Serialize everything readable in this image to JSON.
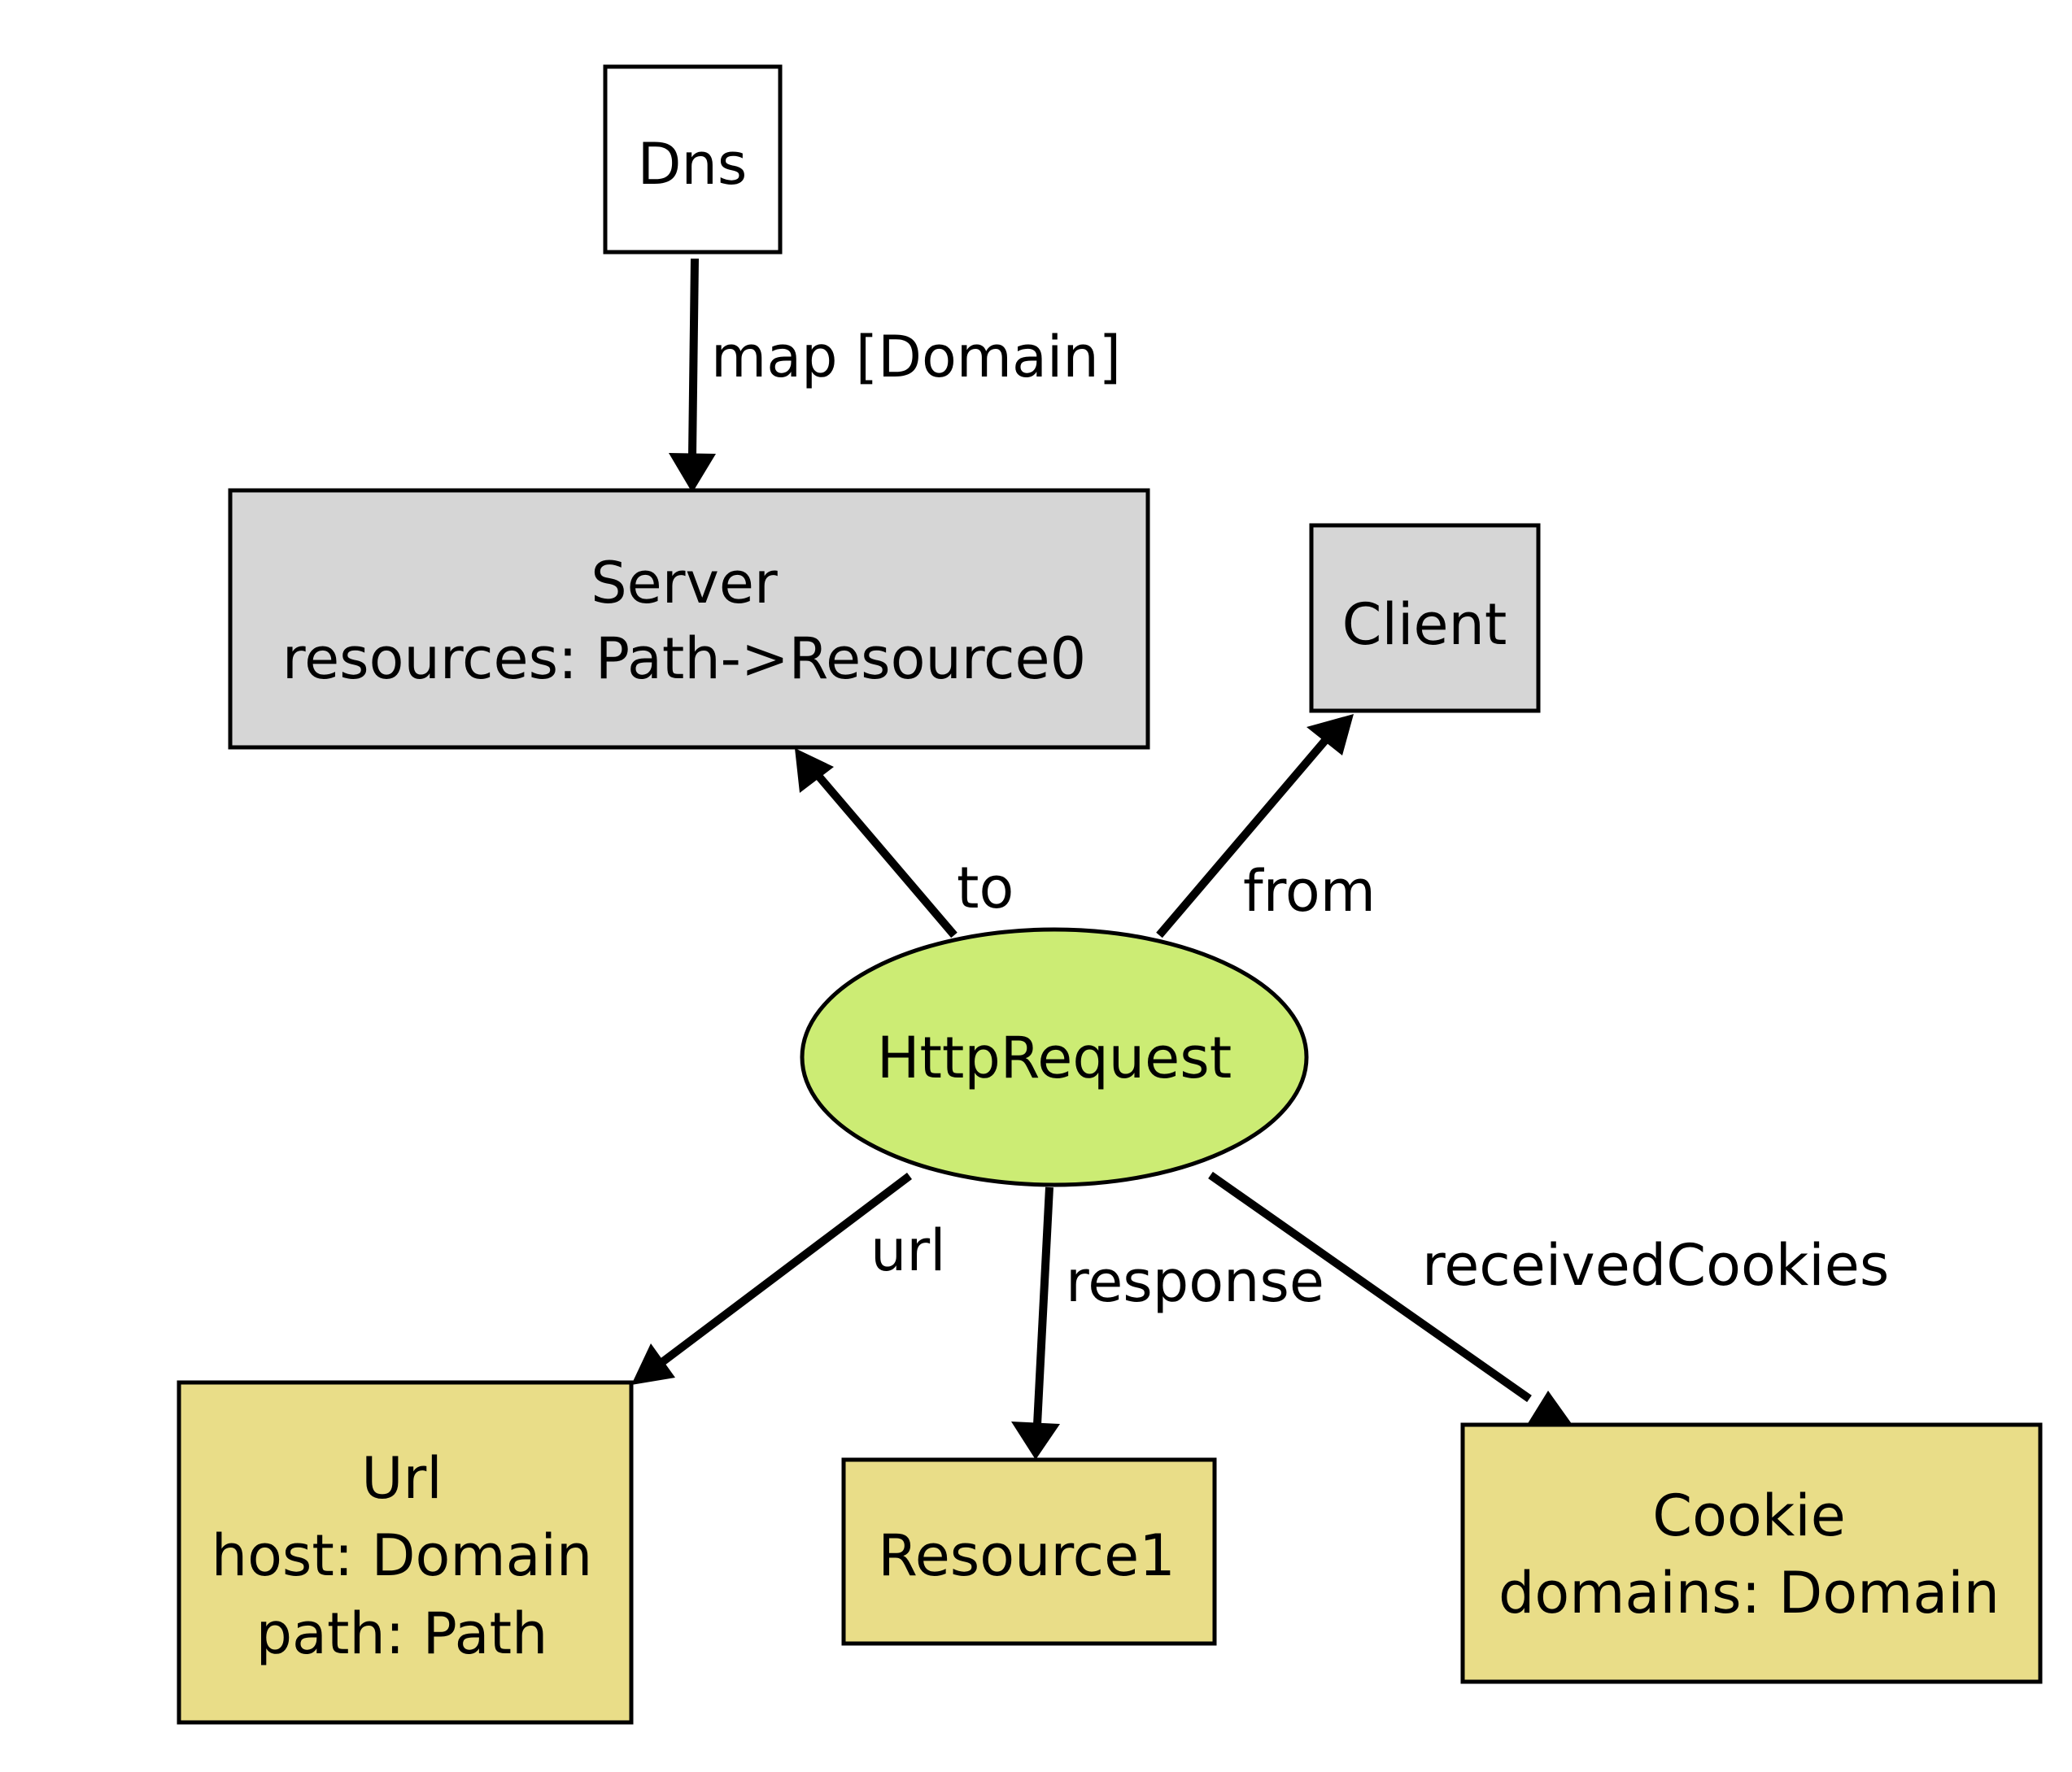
{
  "colors": {
    "plain": "#ffffff",
    "gray": "#d6d6d6",
    "green": "#ccec74",
    "khaki": "#e9dd88",
    "stroke": "#000000"
  },
  "nodes": {
    "dns": {
      "lines": [
        "Dns"
      ]
    },
    "server": {
      "lines": [
        "Server",
        "resources: Path->Resource0"
      ]
    },
    "client": {
      "lines": [
        "Client"
      ]
    },
    "httprequest": {
      "lines": [
        "HttpRequest"
      ]
    },
    "url": {
      "lines": [
        "Url",
        "host: Domain",
        "path: Path"
      ]
    },
    "resource1": {
      "lines": [
        "Resource1"
      ]
    },
    "cookie": {
      "lines": [
        "Cookie",
        "domains: Domain"
      ]
    }
  },
  "edges": {
    "map": {
      "label": "map [Domain]"
    },
    "to": {
      "label": "to"
    },
    "from": {
      "label": "from"
    },
    "url": {
      "label": "url"
    },
    "response": {
      "label": "response"
    },
    "receivedCookies": {
      "label": "receivedCookies"
    }
  }
}
